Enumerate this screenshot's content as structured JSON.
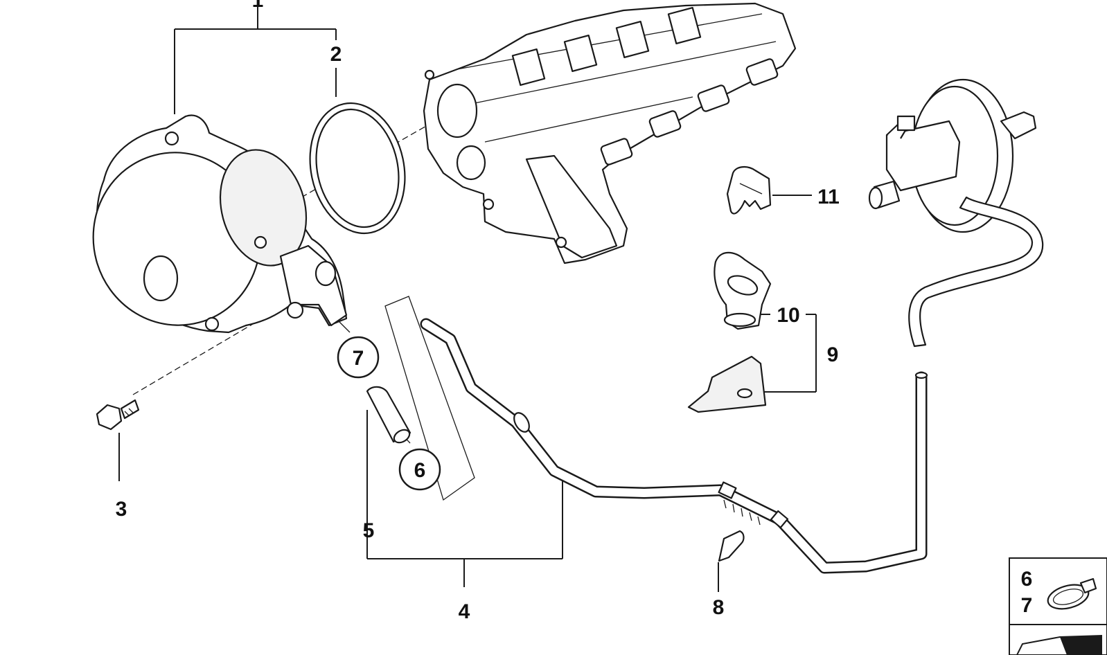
{
  "callouts": {
    "c1": "1",
    "c2": "2",
    "c3": "3",
    "c4": "4",
    "c5": "5",
    "c6": "6",
    "c7": "7",
    "c8": "8",
    "c9": "9",
    "c10": "10",
    "c11": "11"
  },
  "legend": {
    "top": "6",
    "bottom": "7"
  }
}
